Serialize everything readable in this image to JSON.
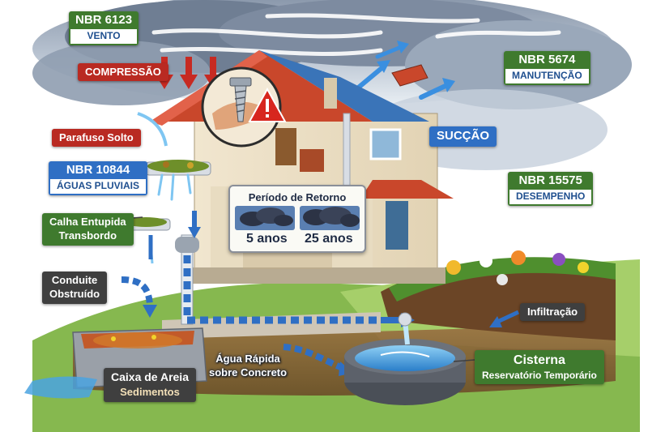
{
  "labels": {
    "nbr_6123": {
      "code": "NBR 6123",
      "topic": "VENTO"
    },
    "nbr_5674": {
      "code": "NBR 5674",
      "topic": "MANUTENÇÃO"
    },
    "nbr_10844": {
      "code": "NBR 10844",
      "topic": "ÁGUAS PLUVIAIS"
    },
    "nbr_15575": {
      "code": "NBR 15575",
      "topic": "DESEMPENHO"
    },
    "compressao": "COMPRESSÃO",
    "succao": "SUCÇÃO",
    "parafuso_solto": "Parafuso Solto",
    "calha_line1": "Calha Entupida",
    "calha_line2": "Transbordo",
    "conduite_line1": "Conduite",
    "conduite_line2": "Obstruído",
    "infiltracao": "Infiltração",
    "agua_line1": "Água Rápida",
    "agua_line2": "sobre Concreto",
    "caixa_line1": "Caixa de Areia",
    "caixa_line2": "Sedimentos",
    "cisterna_line1": "Cisterna",
    "cisterna_line2": "Reservatório Temporário"
  },
  "return_period": {
    "title": "Período de Retorno",
    "short": "5 anos",
    "long": "25 anos"
  },
  "colors": {
    "norm_green": "#3f7a2e",
    "alert_red": "#b92a22",
    "water_blue": "#2f6fc4",
    "dark_gray": "#3f3f3f",
    "roof_red": "#c9472b",
    "roof_blue": "#3a74b8"
  },
  "icons": [
    "warning-icon",
    "screw-icon",
    "wind-arrow-icon",
    "pressure-arrow-icon",
    "storm-cloud-icon",
    "flow-arrow-icon"
  ]
}
